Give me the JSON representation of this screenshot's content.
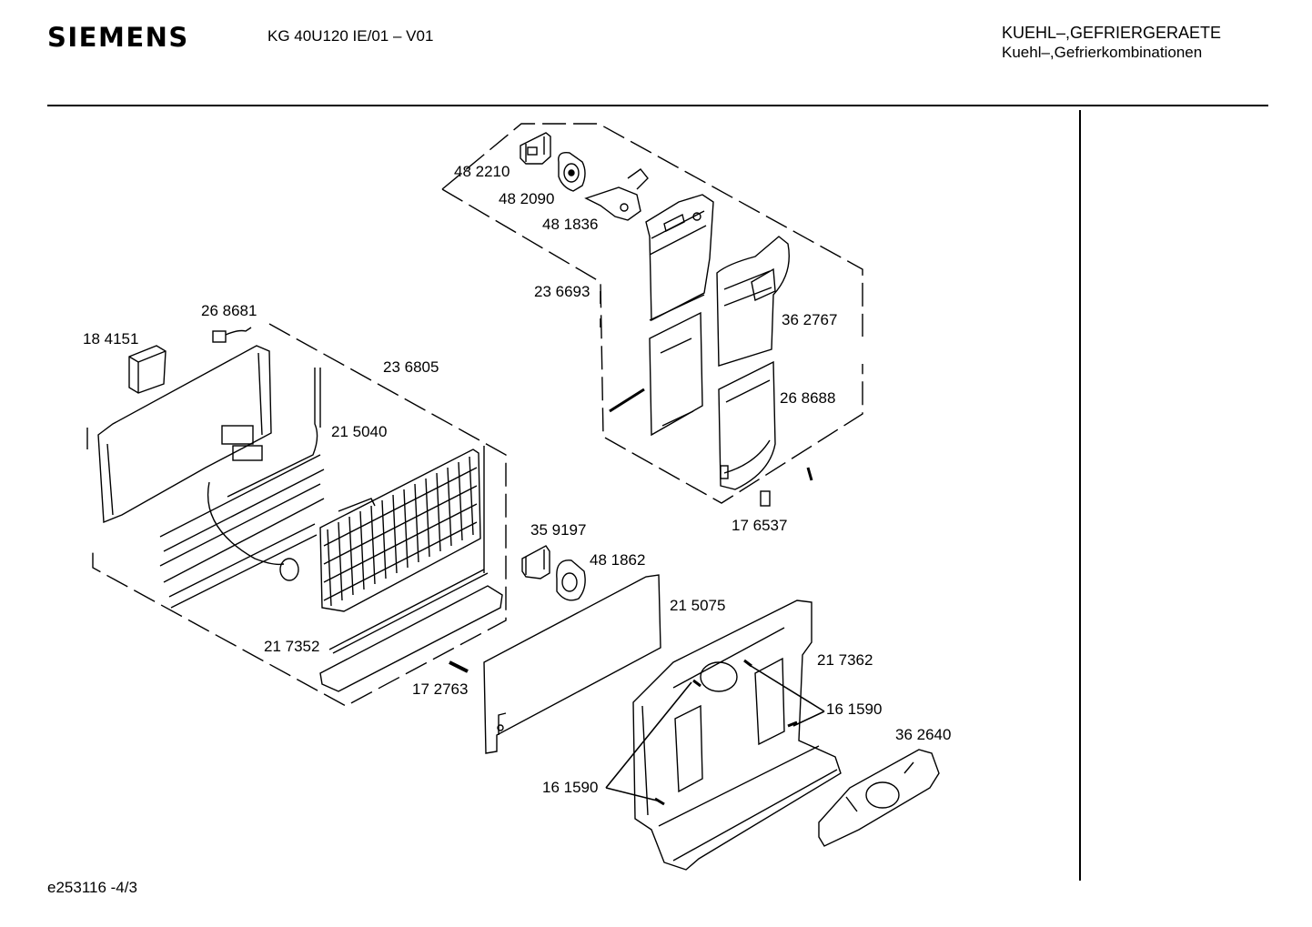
{
  "header": {
    "brand": "SIEMENS",
    "model": "KG 40U120 IE/01 – V01",
    "category_line1": "KUEHL–,GEFRIERGERAETE",
    "category_line2": "Kuehl–,Gefrierkombinationen"
  },
  "footer": {
    "drawing_id": "e253116 -4/3"
  },
  "part_numbers": {
    "p482210": "48 2210",
    "p482090": "48 2090",
    "p481836": "48 1836",
    "p236693": "23 6693",
    "p362767": "36 2767",
    "p268688": "26 8688",
    "p176537": "17 6537",
    "p268681": "26 8681",
    "p184151": "18 4151",
    "p236805": "23 6805",
    "p215040": "21 5040",
    "p359197": "35 9197",
    "p481862": "48 1862",
    "p215075": "21 5075",
    "p217352": "21 7352",
    "p172763": "17 2763",
    "p217362": "21 7362",
    "p161590a": "16 1590",
    "p362640": "36 2640",
    "p161590b": "16 1590"
  }
}
